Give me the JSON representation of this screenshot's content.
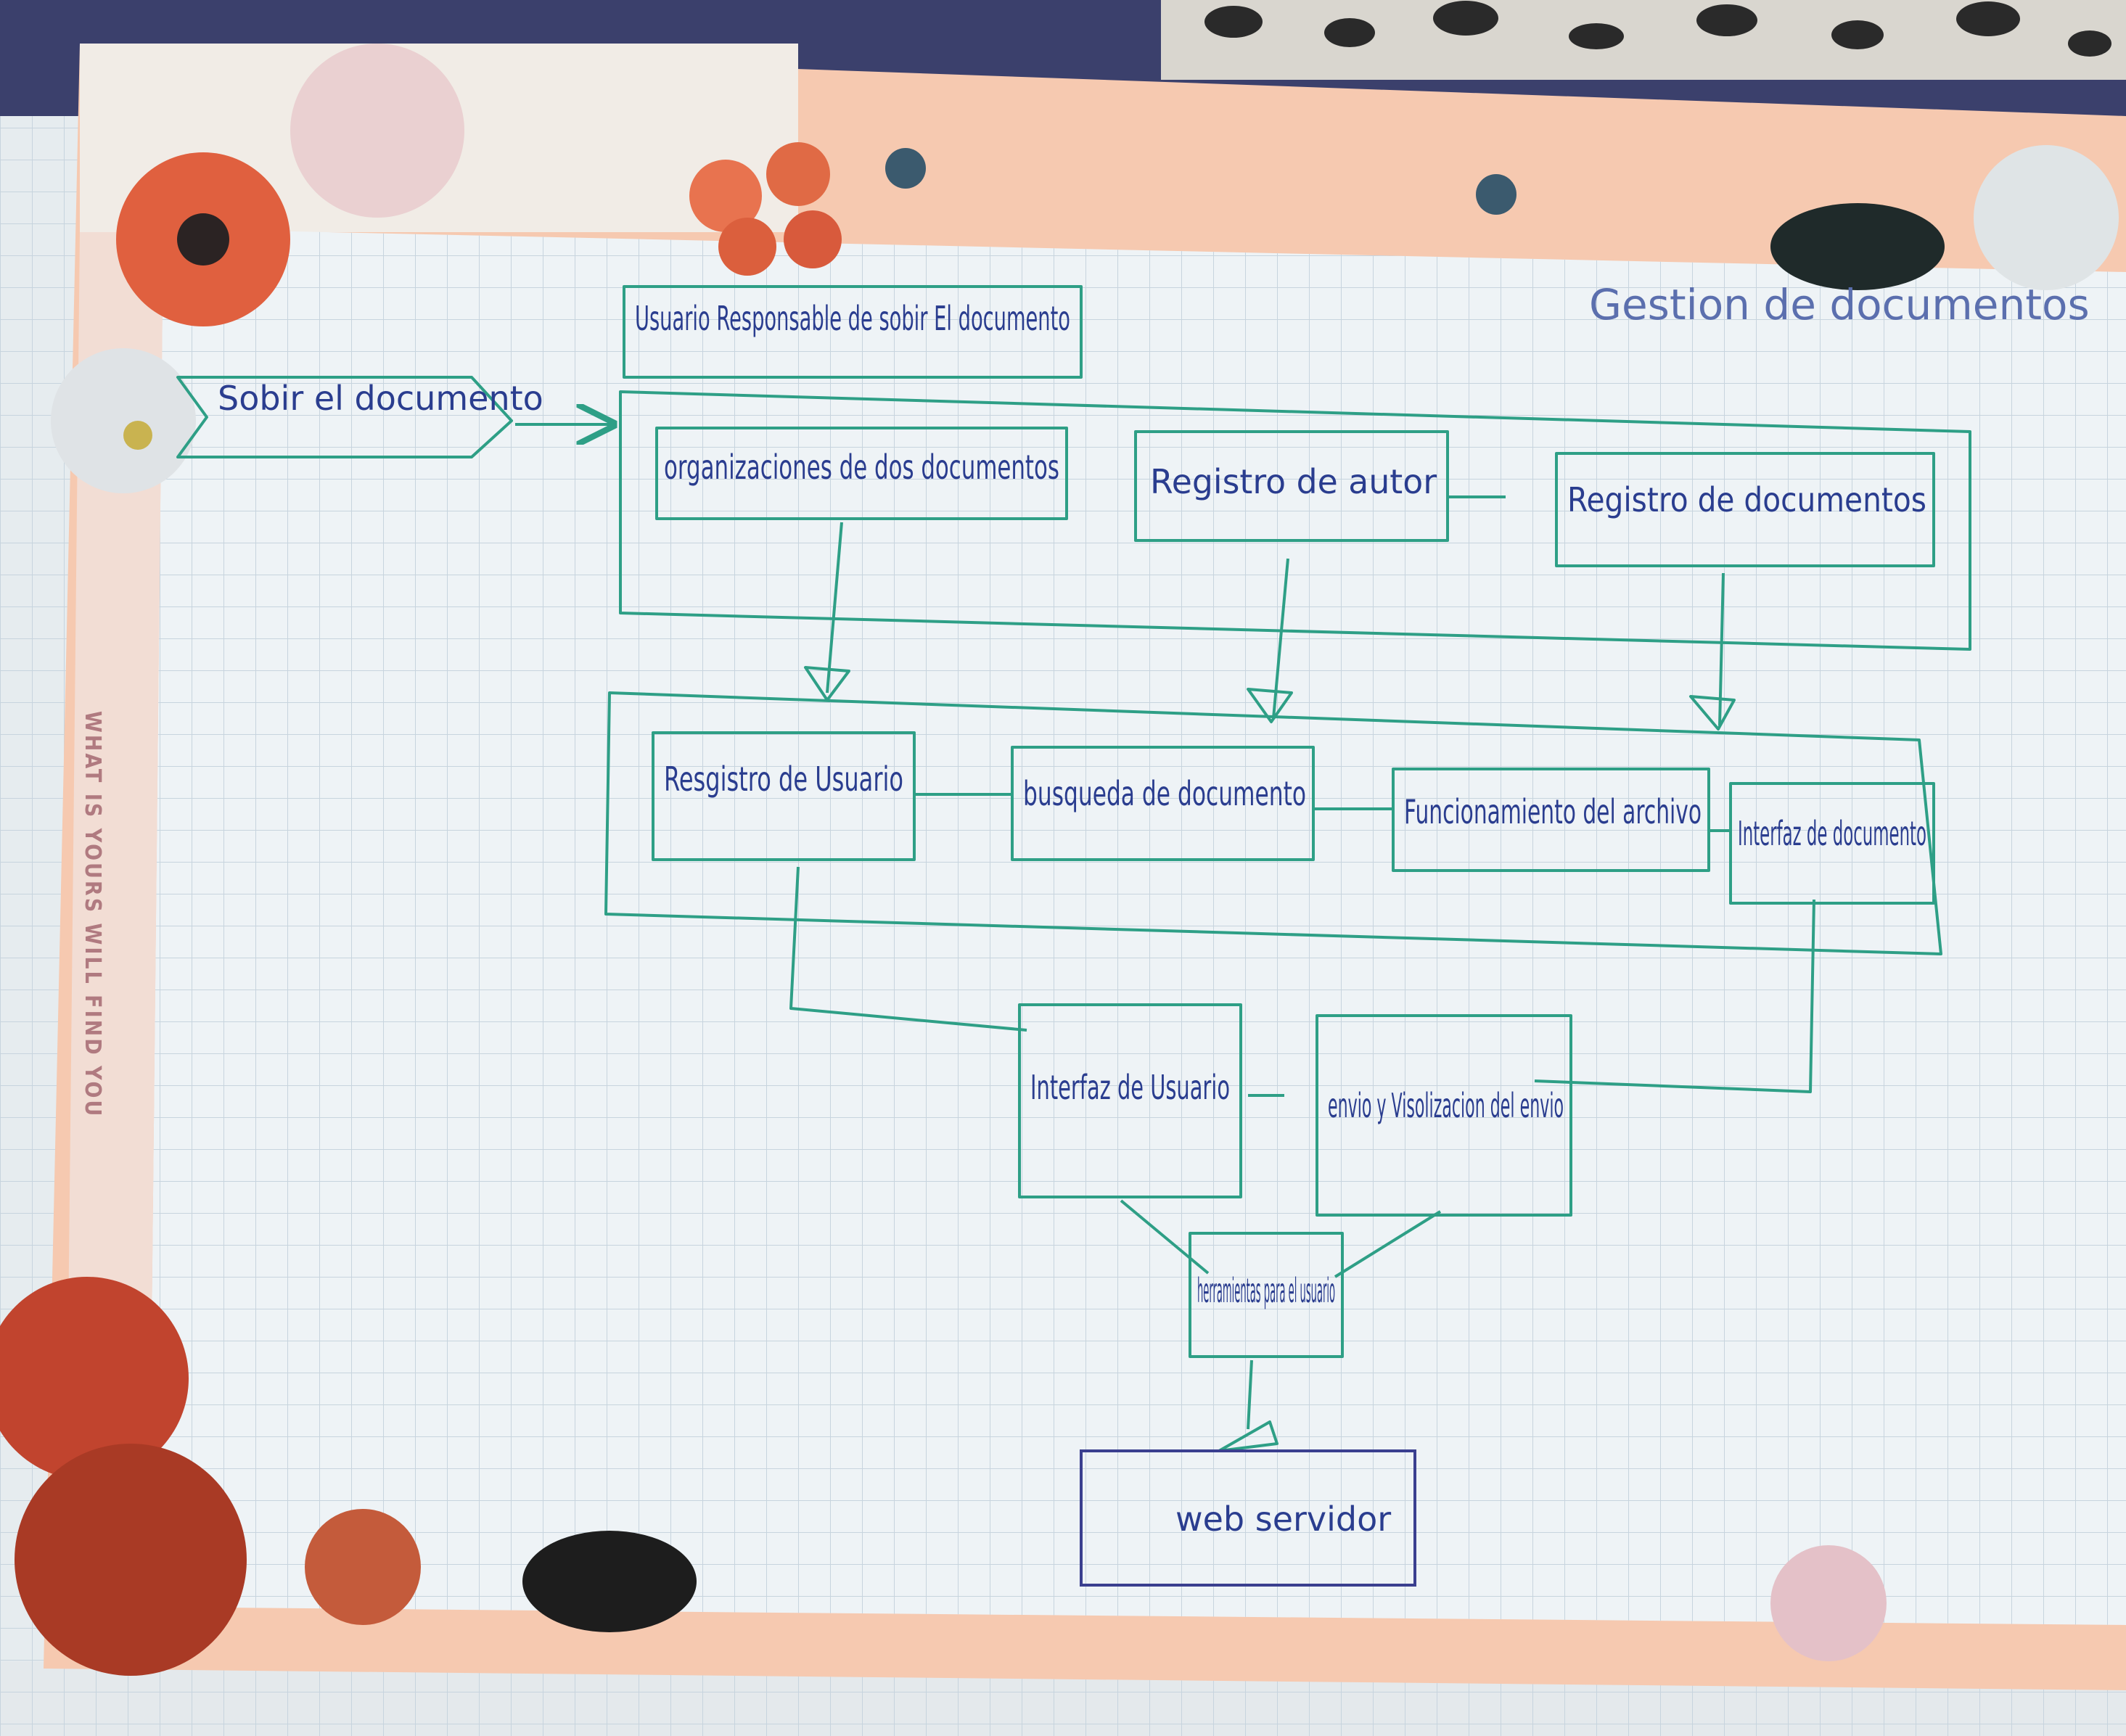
{
  "diagram": {
    "title": "Gestion de documentos",
    "side_print": "WHAT IS YOURS WILL FIND YOU",
    "nodes": {
      "start": "Sobir el documento",
      "responsable": "Usuario Responsable de sobir El documento",
      "org": "organizaciones de dos documentos",
      "autor": "Registro de autor",
      "regdoc": "Registro de documentos",
      "reguser": "Resgistro de Usuario",
      "busqueda": "busqueda de documento",
      "funcion": "Funcionamiento del archivo",
      "interdoc": "Interfaz de documento",
      "interuser": "Interfaz de Usuario",
      "envio": "envio y Visolizacion del envio",
      "herr": "herramientas para el usuario",
      "web": "web servidor"
    }
  },
  "colors": {
    "ink_green": "#2e9f86",
    "ink_blue": "#2a3d8f",
    "grid": "#c9d6df",
    "paper": "#eef3f6",
    "peach_band": "#f3c0a4"
  }
}
